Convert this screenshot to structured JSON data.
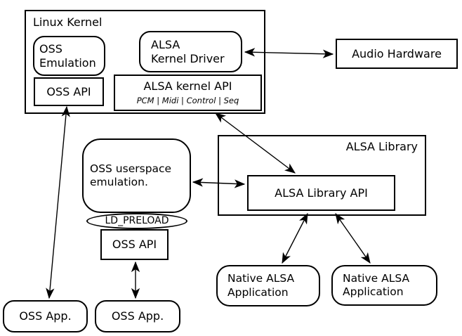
{
  "colors": {
    "stroke": "#000000",
    "background": "#ffffff"
  },
  "nodes": {
    "linux_kernel": {
      "label": "Linux Kernel"
    },
    "oss_emulation": {
      "label": "OSS\nEmulation"
    },
    "kernel_oss_api": {
      "label": "OSS API"
    },
    "alsa_kernel_driver": {
      "label": "ALSA\nKernel Driver"
    },
    "alsa_kernel_api": {
      "label": "ALSA kernel API",
      "sublabel": "PCM | Midi | Control | Seq"
    },
    "audio_hardware": {
      "label": "Audio Hardware"
    },
    "alsa_library": {
      "label": "ALSA Library"
    },
    "alsa_library_api": {
      "label": "ALSA Library API"
    },
    "oss_userspace_emulation": {
      "label": "OSS userspace\nemulation."
    },
    "ld_preload": {
      "label": "LD_PRELOAD"
    },
    "userspace_oss_api": {
      "label": "OSS API"
    },
    "oss_app_left": {
      "label": "OSS App."
    },
    "oss_app_right": {
      "label": "OSS App."
    },
    "native_alsa_app_left": {
      "label": "Native ALSA\nApplication"
    },
    "native_alsa_app_right": {
      "label": "Native ALSA\nApplication"
    }
  },
  "edges": [
    {
      "from": "alsa_kernel_driver",
      "to": "audio_hardware",
      "bidirectional": true
    },
    {
      "from": "alsa_kernel_api",
      "to": "alsa_library_api",
      "bidirectional": true
    },
    {
      "from": "oss_userspace_emulation",
      "to": "alsa_library_api",
      "bidirectional": true
    },
    {
      "from": "userspace_oss_api",
      "to": "oss_app_right",
      "bidirectional": true
    },
    {
      "from": "kernel_oss_api",
      "to": "oss_app_left",
      "bidirectional": true
    },
    {
      "from": "alsa_library_api",
      "to": "native_alsa_app_left",
      "bidirectional": true
    },
    {
      "from": "alsa_library_api",
      "to": "native_alsa_app_right",
      "bidirectional": true
    }
  ]
}
